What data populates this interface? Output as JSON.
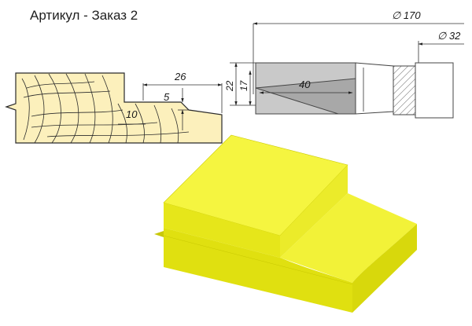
{
  "title": "Артикул - Заказ 2",
  "profile_dims": {
    "width": "26",
    "depth": "5",
    "step": "10"
  },
  "cutter_dims": {
    "outer_diameter": "∅ 170",
    "bore_diameter": "∅ 32",
    "height_total": "22",
    "height_cut": "17",
    "cut_length": "40"
  },
  "colors": {
    "wood": "#fcf0bc",
    "cutter_body": "#c9c9c9",
    "cutter_edge": "#a8a8a8",
    "model_top": "#f5f540",
    "model_side": "#e6e61a",
    "model_dark": "#d2d20e"
  }
}
